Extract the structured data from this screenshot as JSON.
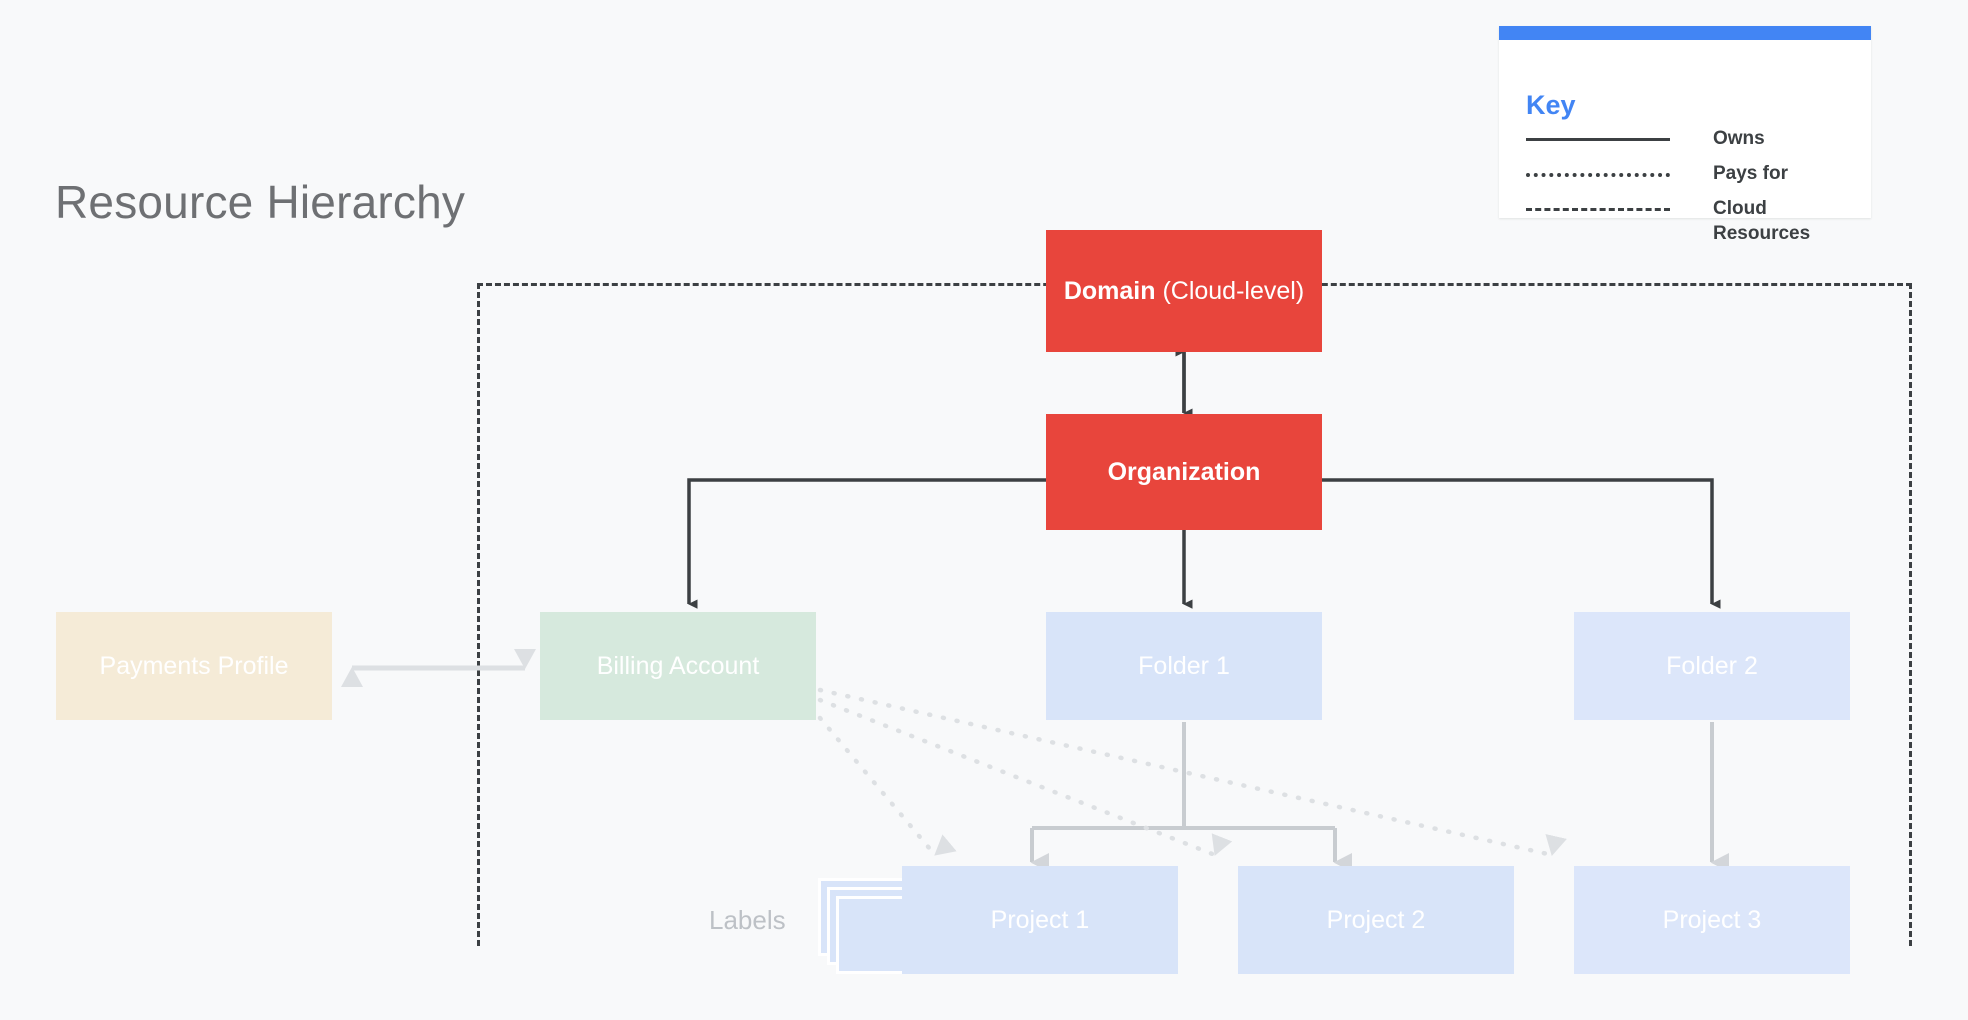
{
  "page": {
    "title": "Resource Hierarchy",
    "background_color": "#F8F9FA"
  },
  "key": {
    "title": "Key",
    "accent_color": "#4285F4",
    "entries": [
      {
        "style": "solid",
        "label": "Owns"
      },
      {
        "style": "dotted",
        "label": "Pays for"
      },
      {
        "style": "dashed",
        "label": "Cloud Resources"
      }
    ]
  },
  "nodes": {
    "domain": {
      "label_bold": "Domain",
      "label_rest": " (Cloud-level)",
      "color": "#E8453C"
    },
    "organization": {
      "label": "Organization",
      "color": "#E8453C"
    },
    "payments_profile": {
      "label": "Payments Profile",
      "color": "#F5EBD7"
    },
    "billing_account": {
      "label": "Billing Account",
      "color": "#D6E9DD"
    },
    "folder_1": {
      "label": "Folder 1",
      "color": "#D8E4F9"
    },
    "folder_2": {
      "label": "Folder 2",
      "color": "#DCE6FA"
    },
    "project_1": {
      "label": "Project 1",
      "color": "#D8E4F9"
    },
    "project_2": {
      "label": "Project 2",
      "color": "#D8E4F9"
    },
    "project_3": {
      "label": "Project 3",
      "color": "#DCE6FA"
    },
    "labels": {
      "label": "Labels",
      "color": "#BDC1C6"
    }
  },
  "connectors": {
    "owns_color": "#3C4043",
    "pays_for_color": "#DADCE0",
    "child_color": "#C8CCD0",
    "cloud_boundary_color": "#3C4043"
  }
}
